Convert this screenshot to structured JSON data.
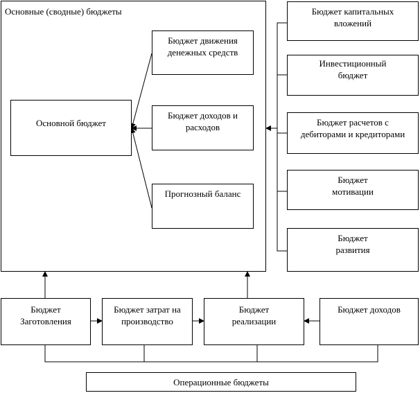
{
  "main": {
    "title": "Основные (сводные) бюджеты",
    "core_budget": "Основной бюджет",
    "cash_flow": [
      "Бюджет движения",
      "денежных средств"
    ],
    "income_expenses": [
      "Бюджет доходов и",
      "расходов"
    ],
    "forecast_balance": "Прогнозный баланс"
  },
  "special": {
    "capital_investments": [
      "Бюджет капитальных",
      "вложений"
    ],
    "investment": [
      "Инвестиционный",
      "бюджет"
    ],
    "settlements": [
      "Бюджет расчетов с",
      "дебиторами и кредиторами"
    ],
    "motivation": [
      "Бюджет",
      "мотивации"
    ],
    "development": [
      "Бюджет",
      "развития"
    ]
  },
  "operational": {
    "procurement": [
      "Бюджет",
      "Заготовления"
    ],
    "production_costs": [
      "Бюджет затрат на",
      "производство"
    ],
    "sales": [
      "Бюджет",
      "реализации"
    ],
    "revenue": "Бюджет доходов",
    "label": "Операционные бюджеты"
  }
}
